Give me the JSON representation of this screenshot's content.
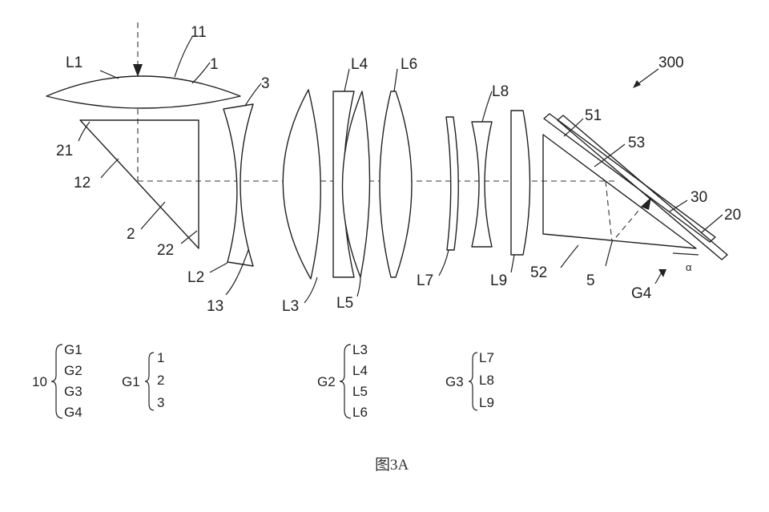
{
  "caption": "图3A",
  "labels": {
    "n300": "300",
    "L1": "L1",
    "n11": "11",
    "n1": "1",
    "n3": "3",
    "L4": "L4",
    "L6": "L6",
    "L8": "L8",
    "n51": "51",
    "n53": "53",
    "n30": "30",
    "n20": "20",
    "n21": "21",
    "n12": "12",
    "n2": "2",
    "n22": "22",
    "L2": "L2",
    "n13": "13",
    "L3": "L3",
    "L5": "L5",
    "L7": "L7",
    "L9": "L9",
    "n52": "52",
    "n5": "5",
    "G4": "G4",
    "alpha": "α"
  },
  "groups": {
    "g10": {
      "name": "10",
      "items": [
        "G1",
        "G2",
        "G3",
        "G4"
      ]
    },
    "gG1": {
      "name": "G1",
      "items": [
        "1",
        "2",
        "3"
      ]
    },
    "gG2": {
      "name": "G2",
      "items": [
        "L3",
        "L4",
        "L5",
        "L6"
      ]
    },
    "gG3": {
      "name": "G3",
      "items": [
        "L7",
        "L8",
        "L9"
      ]
    }
  }
}
